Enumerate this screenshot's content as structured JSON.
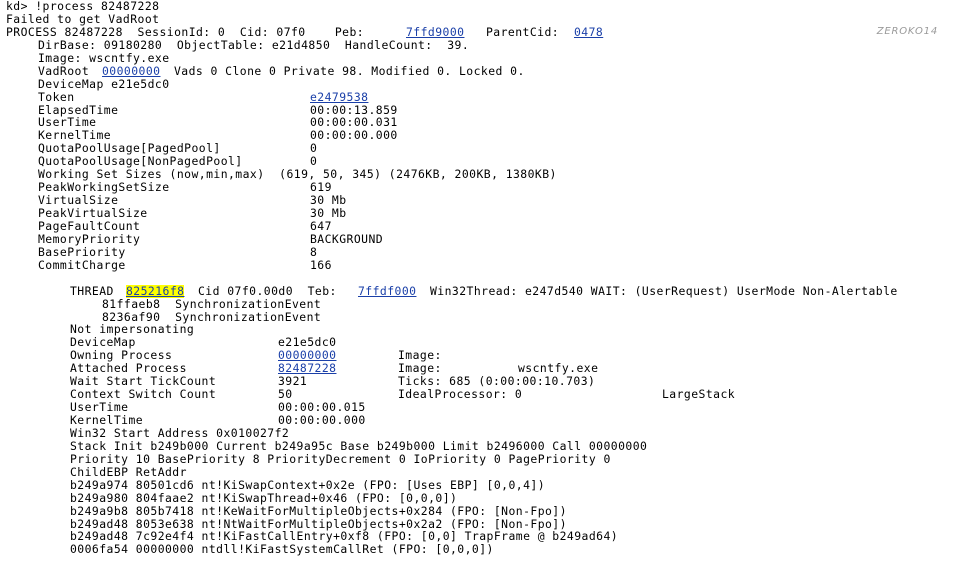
{
  "watermark": "ZEROKO14",
  "lines": [
    {
      "segs": [
        {
          "c": 0,
          "t": "kd> !process 82487228"
        }
      ]
    },
    {
      "segs": [
        {
          "c": 0,
          "t": "Failed to get VadRoot"
        }
      ]
    },
    {
      "segs": [
        {
          "c": 0,
          "t": "PROCESS 82487228  SessionId: 0  Cid: 07f0    Peb: "
        },
        {
          "c": 50,
          "t": "7ffd9000",
          "link": true
        },
        {
          "c": 60,
          "t": "ParentCid: "
        },
        {
          "c": 71,
          "t": "0478",
          "link": true
        }
      ]
    },
    {
      "segs": [
        {
          "c": 4,
          "t": "DirBase: 09180280  ObjectTable: e21d4850  HandleCount:  39."
        }
      ]
    },
    {
      "segs": [
        {
          "c": 4,
          "t": "Image: wscntfy.exe"
        }
      ]
    },
    {
      "segs": [
        {
          "c": 4,
          "t": "VadRoot "
        },
        {
          "c": 12,
          "t": "00000000",
          "link": true
        },
        {
          "c": 21,
          "t": "Vads 0 Clone 0 Private 98. Modified 0. Locked 0."
        }
      ]
    },
    {
      "segs": [
        {
          "c": 4,
          "t": "DeviceMap e21e5dc0"
        }
      ]
    },
    {
      "segs": [
        {
          "c": 4,
          "t": "Token"
        },
        {
          "c": 38,
          "t": "e2479538",
          "link": true
        }
      ]
    },
    {
      "segs": [
        {
          "c": 4,
          "t": "ElapsedTime"
        },
        {
          "c": 38,
          "t": "00:00:13.859"
        }
      ]
    },
    {
      "segs": [
        {
          "c": 4,
          "t": "UserTime"
        },
        {
          "c": 38,
          "t": "00:00:00.031"
        }
      ]
    },
    {
      "segs": [
        {
          "c": 4,
          "t": "KernelTime"
        },
        {
          "c": 38,
          "t": "00:00:00.000"
        }
      ]
    },
    {
      "segs": [
        {
          "c": 4,
          "t": "QuotaPoolUsage[PagedPool]"
        },
        {
          "c": 38,
          "t": "0"
        }
      ]
    },
    {
      "segs": [
        {
          "c": 4,
          "t": "QuotaPoolUsage[NonPagedPool]"
        },
        {
          "c": 38,
          "t": "0"
        }
      ]
    },
    {
      "segs": [
        {
          "c": 4,
          "t": "Working Set Sizes (now,min,max)  (619, 50, 345) (2476KB, 200KB, 1380KB)"
        }
      ]
    },
    {
      "segs": [
        {
          "c": 4,
          "t": "PeakWorkingSetSize"
        },
        {
          "c": 38,
          "t": "619"
        }
      ]
    },
    {
      "segs": [
        {
          "c": 4,
          "t": "VirtualSize"
        },
        {
          "c": 38,
          "t": "30 Mb"
        }
      ]
    },
    {
      "segs": [
        {
          "c": 4,
          "t": "PeakVirtualSize"
        },
        {
          "c": 38,
          "t": "30 Mb"
        }
      ]
    },
    {
      "segs": [
        {
          "c": 4,
          "t": "PageFaultCount"
        },
        {
          "c": 38,
          "t": "647"
        }
      ]
    },
    {
      "segs": [
        {
          "c": 4,
          "t": "MemoryPriority"
        },
        {
          "c": 38,
          "t": "BACKGROUND"
        }
      ]
    },
    {
      "segs": [
        {
          "c": 4,
          "t": "BasePriority"
        },
        {
          "c": 38,
          "t": "8"
        }
      ]
    },
    {
      "segs": [
        {
          "c": 4,
          "t": "CommitCharge"
        },
        {
          "c": 38,
          "t": "166"
        }
      ]
    },
    {
      "segs": []
    },
    {
      "segs": [
        {
          "c": 8,
          "t": "THREAD "
        },
        {
          "c": 15,
          "t": "825216f8",
          "link": true,
          "hl": true
        },
        {
          "c": 24,
          "t": "Cid 07f0.00d0  Teb: "
        },
        {
          "c": 44,
          "t": "7ffdf000",
          "link": true
        },
        {
          "c": 53,
          "t": "Win32Thread: e247d540 WAIT: (UserRequest) UserMode Non-Alertable"
        }
      ]
    },
    {
      "segs": [
        {
          "c": 12,
          "t": "81ffaeb8  SynchronizationEvent"
        }
      ]
    },
    {
      "segs": [
        {
          "c": 12,
          "t": "8236af90  SynchronizationEvent"
        }
      ]
    },
    {
      "segs": [
        {
          "c": 8,
          "t": "Not impersonating"
        }
      ]
    },
    {
      "segs": [
        {
          "c": 8,
          "t": "DeviceMap"
        },
        {
          "c": 34,
          "t": "e21e5dc0"
        }
      ]
    },
    {
      "segs": [
        {
          "c": 8,
          "t": "Owning Process"
        },
        {
          "c": 34,
          "t": "00000000",
          "link": true
        },
        {
          "c": 49,
          "t": "Image:"
        }
      ]
    },
    {
      "segs": [
        {
          "c": 8,
          "t": "Attached Process"
        },
        {
          "c": 34,
          "t": "82487228",
          "link": true
        },
        {
          "c": 49,
          "t": "Image:"
        },
        {
          "c": 64,
          "t": "wscntfy.exe"
        }
      ]
    },
    {
      "segs": [
        {
          "c": 8,
          "t": "Wait Start TickCount"
        },
        {
          "c": 34,
          "t": "3921"
        },
        {
          "c": 49,
          "t": "Ticks: 685 (0:00:00:10.703)"
        }
      ]
    },
    {
      "segs": [
        {
          "c": 8,
          "t": "Context Switch Count"
        },
        {
          "c": 34,
          "t": "50"
        },
        {
          "c": 49,
          "t": "IdealProcessor: 0"
        },
        {
          "c": 82,
          "t": "LargeStack"
        }
      ]
    },
    {
      "segs": [
        {
          "c": 8,
          "t": "UserTime"
        },
        {
          "c": 34,
          "t": "00:00:00.015"
        }
      ]
    },
    {
      "segs": [
        {
          "c": 8,
          "t": "KernelTime"
        },
        {
          "c": 34,
          "t": "00:00:00.000"
        }
      ]
    },
    {
      "segs": [
        {
          "c": 8,
          "t": "Win32 Start Address 0x010027f2"
        }
      ]
    },
    {
      "segs": [
        {
          "c": 8,
          "t": "Stack Init b249b000 Current b249a95c Base b249b000 Limit b2496000 Call 00000000"
        }
      ]
    },
    {
      "segs": [
        {
          "c": 8,
          "t": "Priority 10 BasePriority 8 PriorityDecrement 0 IoPriority 0 PagePriority 0"
        }
      ]
    },
    {
      "segs": [
        {
          "c": 8,
          "t": "ChildEBP RetAddr"
        }
      ]
    },
    {
      "segs": [
        {
          "c": 8,
          "t": "b249a974 80501cd6 nt!KiSwapContext+0x2e (FPO: [Uses EBP] [0,0,4])"
        }
      ]
    },
    {
      "segs": [
        {
          "c": 8,
          "t": "b249a980 804faae2 nt!KiSwapThread+0x46 (FPO: [0,0,0])"
        }
      ]
    },
    {
      "segs": [
        {
          "c": 8,
          "t": "b249a9b8 805b7418 nt!KeWaitForMultipleObjects+0x284 (FPO: [Non-Fpo])"
        }
      ]
    },
    {
      "segs": [
        {
          "c": 8,
          "t": "b249ad48 8053e638 nt!NtWaitForMultipleObjects+0x2a2 (FPO: [Non-Fpo])"
        }
      ]
    },
    {
      "segs": [
        {
          "c": 8,
          "t": "b249ad48 7c92e4f4 nt!KiFastCallEntry+0xf8 (FPO: [0,0] TrapFrame @ b249ad64)"
        }
      ]
    },
    {
      "segs": [
        {
          "c": 8,
          "t": "0006fa54 00000000 ntdll!KiFastSystemCallRet (FPO: [0,0,0])"
        }
      ]
    }
  ]
}
